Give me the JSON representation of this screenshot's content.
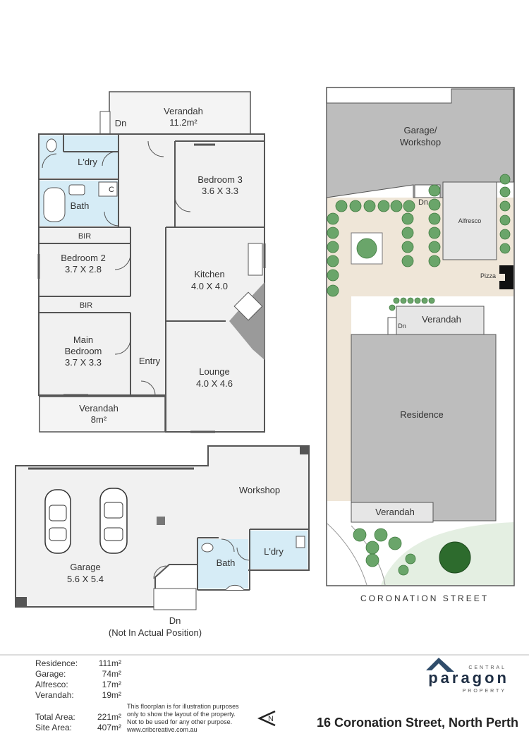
{
  "floor_plan": {
    "rooms": {
      "verandah_back": {
        "name": "Verandah",
        "size": "11.2m²"
      },
      "laundry": {
        "name": "L'dry"
      },
      "bath": {
        "name": "Bath"
      },
      "cupboard": {
        "name": "C"
      },
      "bedroom3": {
        "name": "Bedroom 3",
        "size": "3.6 X 3.3"
      },
      "bir1": {
        "name": "BIR"
      },
      "bedroom2": {
        "name": "Bedroom 2",
        "size": "3.7 X 2.8"
      },
      "kitchen": {
        "name": "Kitchen",
        "size": "4.0 X 4.0"
      },
      "bir2": {
        "name": "BIR"
      },
      "main_bedroom": {
        "name": "Main",
        "name2": "Bedroom",
        "size": "3.7 X 3.3"
      },
      "entry": {
        "name": "Entry"
      },
      "lounge": {
        "name": "Lounge",
        "size": "4.0 X 4.6"
      },
      "verandah_front": {
        "name": "Verandah",
        "size": "8m²"
      },
      "dn_back": {
        "name": "Dn"
      }
    }
  },
  "outbuilding": {
    "workshop": "Workshop",
    "garage": {
      "name": "Garage",
      "size": "5.6 X 5.4"
    },
    "bath": "Bath",
    "laundry": "L'dry",
    "dn": "Dn",
    "note": "(Not In Actual Position)"
  },
  "site_plan": {
    "garage_workshop": {
      "line1": "Garage/",
      "line2": "Workshop"
    },
    "dn_upper": "Dn",
    "alfresco": "Alfresco",
    "pizza": "Pizza",
    "verandah_rear": "Verandah",
    "dn_lower": "Dn",
    "residence": "Residence",
    "verandah_front": "Verandah",
    "street": "CORONATION STREET"
  },
  "areas": [
    {
      "label": "Residence:",
      "value": "111m²"
    },
    {
      "label": "Garage:",
      "value": "74m²"
    },
    {
      "label": "Alfresco:",
      "value": "17m²"
    },
    {
      "label": "Verandah:",
      "value": "19m²"
    }
  ],
  "totals": [
    {
      "label": "Total Area:",
      "value": "221m²"
    },
    {
      "label": "Site Area:",
      "value": "407m²"
    }
  ],
  "disclaimer": [
    "This floorplan is for illustration purposes",
    "only to show the layout of the property.",
    "Not to be used for any other purpose.",
    "www.cribcreative.com.au"
  ],
  "address": "16 Coronation Street, North Perth",
  "north_label": "N",
  "logo": {
    "top": "CENTRAL",
    "brand": "paragon",
    "bottom": "PROPERTY"
  },
  "colors": {
    "tile": "#d6ecf6",
    "building_grey": "#bdbdbd",
    "tree": "#6aa56a",
    "yard": "#efe6d8"
  }
}
